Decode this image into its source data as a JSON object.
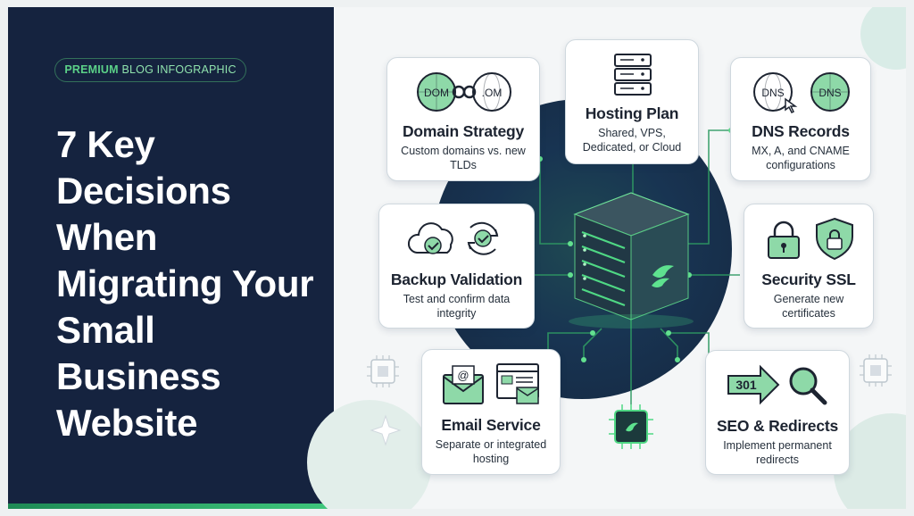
{
  "badge": {
    "strong": "PREMIUM",
    "rest": "BLOG INFOGRAPHIC"
  },
  "headline": "7 Key Decisions When Migrating Your Small Business Website",
  "cards": {
    "domain": {
      "title": "Domain Strategy",
      "desc": "Custom domains vs. new TLDs",
      "icon_left": "DOM",
      "icon_right": ".OM"
    },
    "hosting": {
      "title": "Hosting Plan",
      "desc": "Shared, VPS, Dedicated, or Cloud"
    },
    "dns": {
      "title": "DNS Records",
      "desc": "MX, A, and CNAME configurations",
      "icon_left": "DNS",
      "icon_right": "DNS"
    },
    "backup": {
      "title": "Backup Validation",
      "desc": "Test and confirm data integrity"
    },
    "ssl": {
      "title": "Security SSL",
      "desc": "Generate new certificates"
    },
    "email": {
      "title": "Email Service",
      "desc": "Separate or integrated hosting"
    },
    "seo": {
      "title": "SEO & Redirects",
      "desc": "Implement permanent redirects",
      "icon_code": "301"
    }
  },
  "colors": {
    "navy": "#15233f",
    "green": "#3fc77c",
    "dark_green": "#2a7a4f",
    "light_green": "#a9e3bf"
  }
}
